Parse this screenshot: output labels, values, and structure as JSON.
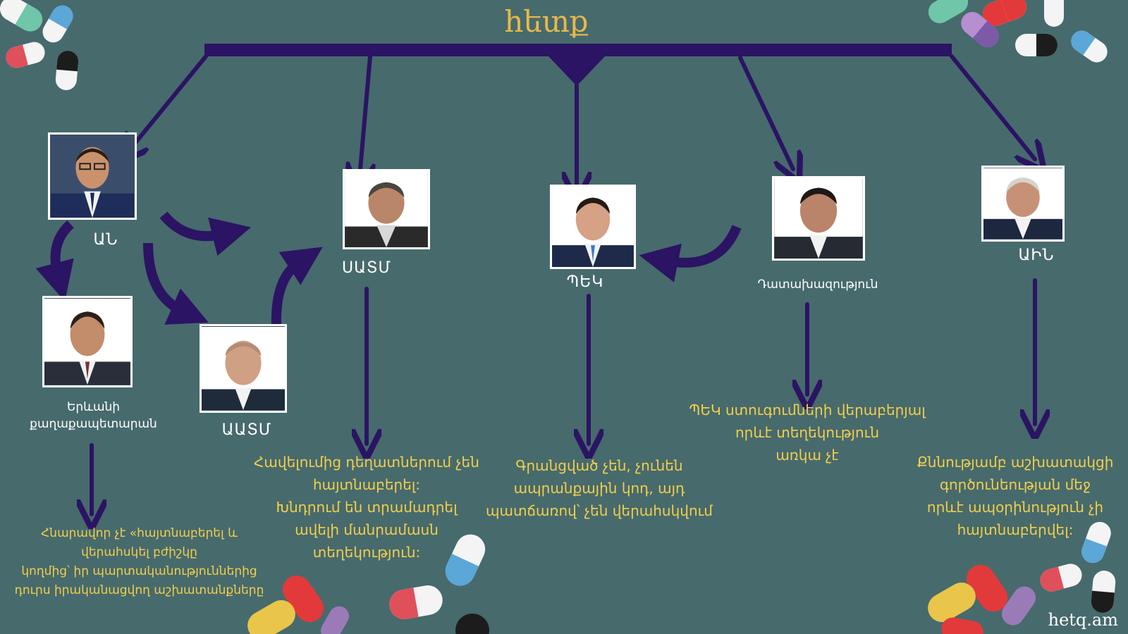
{
  "title": "hետք",
  "brand": "hetq.am",
  "colors": {
    "background": "#476a6d",
    "connector": "#2b1463",
    "title": "#e8b84a",
    "note_text": "#f2cf4a",
    "label_text": "#ffffff"
  },
  "nodes": [
    {
      "id": "an",
      "label": "ԱՆ"
    },
    {
      "id": "yerevan_clinic",
      "label_lines": [
        "Երևանի",
        "քաղաքապետարան"
      ]
    },
    {
      "id": "aatm",
      "label": "ԱԱՏՄ"
    },
    {
      "id": "saatm",
      "label": "ՍԱՏՄ"
    },
    {
      "id": "pek",
      "label": "ՊԵԿ"
    },
    {
      "id": "prosecutor",
      "label": "Դատախազություն"
    },
    {
      "id": "ain",
      "label": "ԱԻՆ"
    }
  ],
  "notes": {
    "yerevan": [
      "Հնարավոր չէ «հայտնաբերել և",
      "վերահսկել բժիշկը",
      "կողմից՝ իր պարտականություններից",
      "դուրս իրականացվող աշխատանքները"
    ],
    "saatm": [
      "Հավելումից դեղատներում չեն",
      "հայտնաբերել:",
      "Խնդրում են տրամադրել",
      "ավելի մանրամասն",
      "տեղեկություն:"
    ],
    "pek": [
      "Գրանցված չեն, չունեն",
      "ապրանքային կոդ, այդ",
      "պատճառով՝ չեն վերահսկվում"
    ],
    "prosecutor": [
      "ՊԵԿ ստուգումների վերաբերյալ",
      "որևէ տեղեկություն",
      "առկա չէ"
    ],
    "ain": [
      "Քննությամբ աշխատակցի",
      "գործունեության մեջ",
      "որևէ ապօրինություն չի",
      "հայտնաբերվել:"
    ]
  },
  "portraits": [
    {
      "id": "an",
      "icon": "person-portrait-icon"
    },
    {
      "id": "yerevan_clinic",
      "icon": "person-portrait-icon"
    },
    {
      "id": "aatm",
      "icon": "person-portrait-icon"
    },
    {
      "id": "saatm",
      "icon": "person-portrait-icon"
    },
    {
      "id": "pek",
      "icon": "person-portrait-icon"
    },
    {
      "id": "prosecutor",
      "icon": "person-portrait-icon"
    },
    {
      "id": "ain",
      "icon": "person-portrait-icon"
    }
  ],
  "decoration": {
    "icon": "pill-capsule-icon"
  }
}
